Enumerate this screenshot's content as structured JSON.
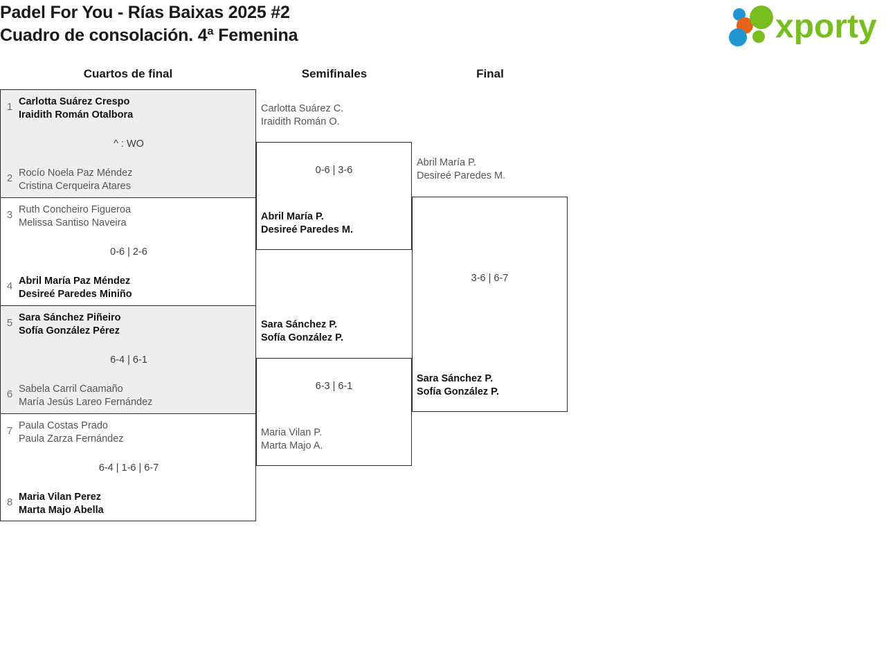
{
  "header": {
    "title_line1": "Padel For You - Rías Baixas 2025 #2",
    "title_line2": "Cuadro de consolación. 4ª Femenina",
    "logo_text": "xporty",
    "logo_colors": {
      "green": "#78be20",
      "blue": "#2196d3",
      "orange": "#e8631a"
    }
  },
  "columns": {
    "round1": "Cuartos de final",
    "semifinals": "Semifinales",
    "final": "Final"
  },
  "bracket": {
    "round1": [
      {
        "seed_top": "1",
        "seed_bottom": "2",
        "top": {
          "player1": "Carlotta Suárez Crespo",
          "player2": "Iraidith Román Otalbora",
          "winner": true
        },
        "bottom": {
          "player1": "Rocío Noela Paz Méndez",
          "player2": "Cristina Cerqueira Atares",
          "winner": false
        },
        "score": "^ : WO"
      },
      {
        "seed_top": "3",
        "seed_bottom": "4",
        "top": {
          "player1": "Ruth Concheiro Figueroa",
          "player2": "Melissa Santiso Naveira",
          "winner": false
        },
        "bottom": {
          "player1": "Abril María Paz Méndez",
          "player2": "Desireé Paredes Miniño",
          "winner": true
        },
        "score": "0-6 | 2-6"
      },
      {
        "seed_top": "5",
        "seed_bottom": "6",
        "top": {
          "player1": "Sara Sánchez Piñeiro",
          "player2": "Sofía González Pérez",
          "winner": true
        },
        "bottom": {
          "player1": "Sabela Carril Caamaño",
          "player2": "María Jesús Lareo Fernández",
          "winner": false
        },
        "score": "6-4 | 6-1"
      },
      {
        "seed_top": "7",
        "seed_bottom": "8",
        "top": {
          "player1": "Paula Costas Prado",
          "player2": "Paula Zarza Fernández",
          "winner": false
        },
        "bottom": {
          "player1": "Maria Vilan Perez",
          "player2": "Marta Majo Abella",
          "winner": true
        },
        "score": "6-4 | 1-6 | 6-7"
      }
    ],
    "semifinals": [
      {
        "top": {
          "player1": "Carlotta Suárez C.",
          "player2": "Iraidith Román O.",
          "winner": false
        },
        "bottom": {
          "player1": "Abril María P.",
          "player2": "Desireé Paredes M.",
          "winner": true
        },
        "score": "0-6 | 3-6"
      },
      {
        "top": {
          "player1": "Sara Sánchez P.",
          "player2": "Sofía González P.",
          "winner": true
        },
        "bottom": {
          "player1": "Maria Vilan P.",
          "player2": "Marta Majo A.",
          "winner": false
        },
        "score": "6-3 | 6-1"
      }
    ],
    "final": [
      {
        "top": {
          "player1": "Abril María P.",
          "player2": "Desireé Paredes M.",
          "winner": false
        },
        "bottom": {
          "player1": "Sara Sánchez P.",
          "player2": "Sofía González P.",
          "winner": true
        },
        "score": "3-6 | 6-7"
      }
    ]
  }
}
